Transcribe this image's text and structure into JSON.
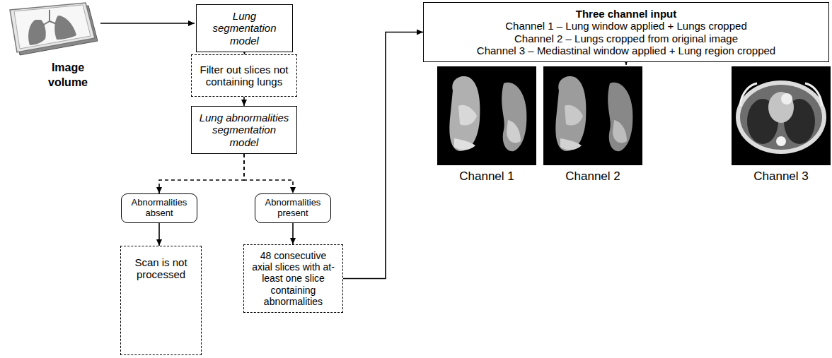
{
  "diagram": {
    "nodes": [
      {
        "text": [
          "Lung segmentation model"
        ]
      },
      {
        "text": [
          "Filter out slices not containing lungs"
        ]
      },
      {
        "text": [
          "Lung abnormalities segmentation model"
        ]
      },
      {
        "text": [
          "Abnormalities absent"
        ]
      },
      {
        "text": [
          "Abnormalities present"
        ]
      },
      {
        "text": [
          "Scan is not processed"
        ]
      },
      {
        "text": [
          "48 consecutive axial slices with at-least one slice containing abnormalities"
        ]
      },
      {
        "text": [
          "Three channel input",
          "Channel 1 – Lung window applied + Lungs cropped",
          "Channel 2 – Lungs cropped from original image",
          "Channel 3 – Mediastinal window applied + Lung region cropped"
        ]
      }
    ],
    "edges": [
      {
        "from": 0,
        "to": 1,
        "arrow": "to"
      },
      {
        "from": 1,
        "to": 2,
        "arrow": "to"
      },
      {
        "from": 2,
        "to": 3,
        "arrow": "to"
      },
      {
        "from": 2,
        "to": 4,
        "arrow": "to"
      },
      {
        "from": 3,
        "to": 5,
        "arrow": "to"
      },
      {
        "from": 4,
        "to": 6,
        "arrow": "to"
      },
      {
        "from": 6,
        "to": 7,
        "arrow": "to"
      }
    ],
    "labels": [
      "Image volume",
      "Channel 1",
      "Channel 2",
      "Channel 3"
    ]
  }
}
